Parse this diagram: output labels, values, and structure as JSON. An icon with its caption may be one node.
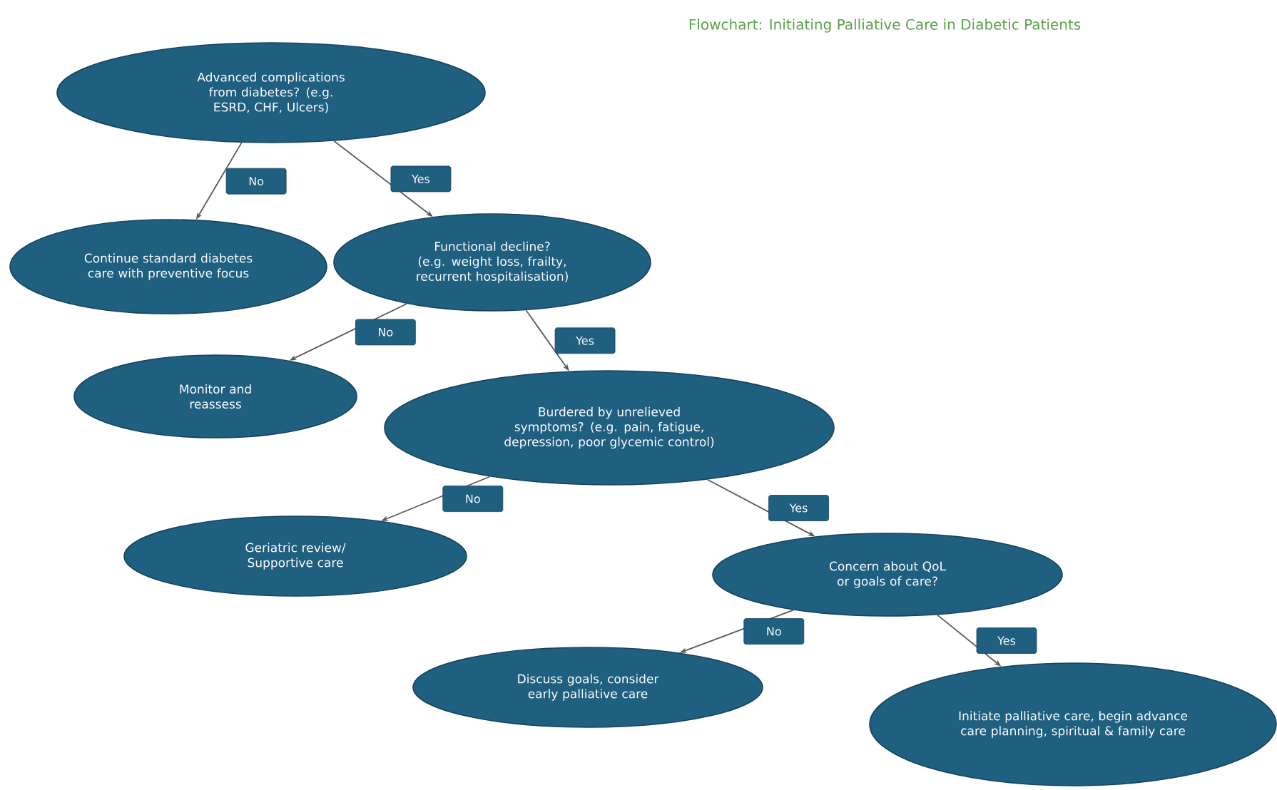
{
  "diagram": {
    "title": "Flowchart: Initiating Palliative Care in Diabetic Patients",
    "nodes": [
      {
        "text": [
          "Advanced complications from diabetes? (e.g. ESRD, CHF, Ulcers)"
        ]
      },
      {
        "text": [
          "Continue standard diabetes care with preventive focus"
        ]
      },
      {
        "text": [
          "Functional decline? (e.g. weight loss, frailty, recurrent hospitalisation)"
        ]
      },
      {
        "text": [
          "Monitor and reassess"
        ]
      },
      {
        "text": [
          "Burdered by unrelieved symptoms? (e.g. pain, fatigue, depression, poor glycemic control)"
        ]
      },
      {
        "text": [
          "Geriatric review/ Supportive care"
        ]
      },
      {
        "text": [
          "Concern about QoL or goals of care?"
        ]
      },
      {
        "text": [
          "Discuss goals, consider early palliative care"
        ]
      },
      {
        "text": [
          "Initiate palliative care, begin advance care planning, spiritual & family care"
        ]
      }
    ],
    "edges": [
      {
        "from": 0,
        "to": 1,
        "arrow": "to",
        "label": "No"
      },
      {
        "from": 0,
        "to": 2,
        "arrow": "to",
        "label": "Yes"
      },
      {
        "from": 2,
        "to": 3,
        "arrow": "to",
        "label": "No"
      },
      {
        "from": 2,
        "to": 4,
        "arrow": "to",
        "label": "Yes"
      },
      {
        "from": 4,
        "to": 5,
        "arrow": "to",
        "label": "No"
      },
      {
        "from": 4,
        "to": 6,
        "arrow": "to",
        "label": "Yes"
      },
      {
        "from": 6,
        "to": 7,
        "arrow": "to",
        "label": "No"
      },
      {
        "from": 6,
        "to": 8,
        "arrow": "to",
        "label": "Yes"
      }
    ]
  }
}
